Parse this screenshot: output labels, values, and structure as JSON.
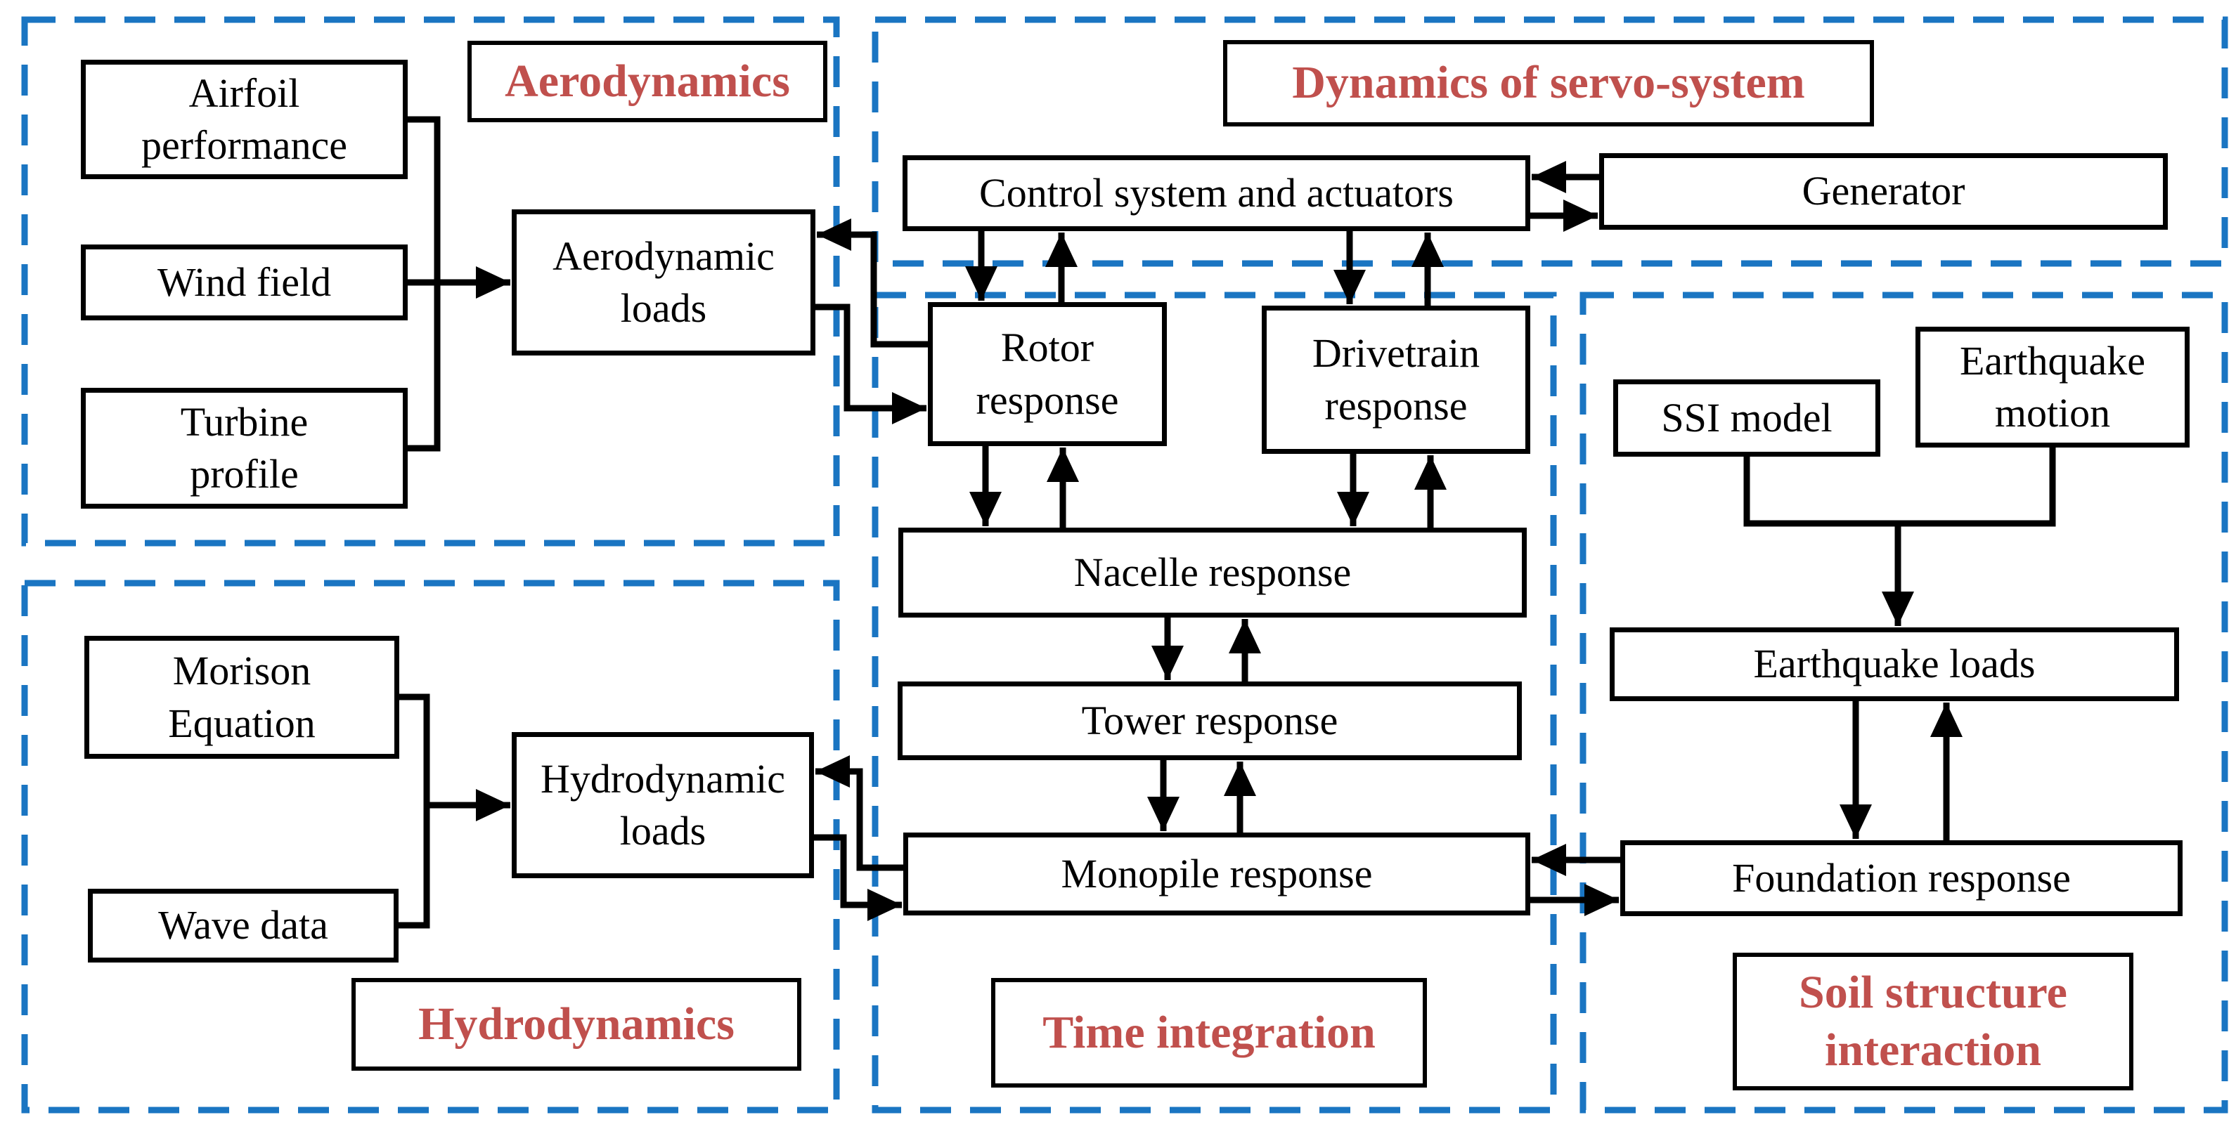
{
  "diagram": {
    "description": "Coupled simulation framework flowchart for an offshore wind turbine on a monopile foundation",
    "colors": {
      "container_border": "#1a75c2",
      "title_text": "#c0504d",
      "box_border": "#000000",
      "line": "#000000",
      "background": "#ffffff"
    },
    "modules": {
      "aerodynamics": {
        "title": "Aerodynamics",
        "airfoil": "Airfoil\nperformance",
        "wind_field": "Wind field",
        "turbine_profile": "Turbine\nprofile",
        "aero_loads": "Aerodynamic\nloads"
      },
      "servo": {
        "title": "Dynamics of servo-system",
        "control": "Control system and actuators",
        "generator": "Generator"
      },
      "time_integration": {
        "title": "Time integration",
        "rotor": "Rotor\nresponse",
        "drivetrain": "Drivetrain\nresponse",
        "nacelle": "Nacelle response",
        "tower": "Tower response",
        "monopile": "Monopile response"
      },
      "soil": {
        "title": "Soil structure\ninteraction",
        "ssi_model": "SSI model",
        "eq_motion": "Earthquake\nmotion",
        "eq_loads": "Earthquake loads",
        "foundation": "Foundation response"
      },
      "hydrodynamics": {
        "title": "Hydrodynamics",
        "morison": "Morison\nEquation",
        "wave_data": "Wave data",
        "hydro_loads": "Hydrodynamic\nloads"
      }
    }
  }
}
